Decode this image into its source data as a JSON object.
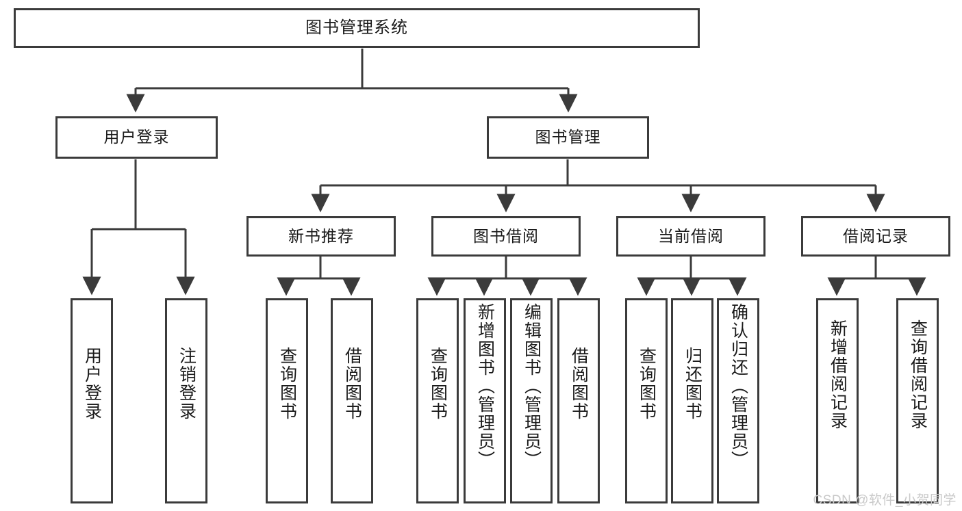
{
  "diagram": {
    "title": "图书管理系统",
    "type": "tree-hierarchy",
    "root": {
      "id": "root",
      "label": "图书管理系统"
    },
    "level2": [
      {
        "id": "user-login",
        "label": "用户登录"
      },
      {
        "id": "book-management",
        "label": "图书管理"
      }
    ],
    "level3": [
      {
        "id": "new-book-recommend",
        "label": "新书推荐",
        "parent": "book-management"
      },
      {
        "id": "book-borrow",
        "label": "图书借阅",
        "parent": "book-management"
      },
      {
        "id": "current-borrow",
        "label": "当前借阅",
        "parent": "book-management"
      },
      {
        "id": "borrow-record",
        "label": "借阅记录",
        "parent": "book-management"
      }
    ],
    "leaves": [
      {
        "id": "leaf-user-login",
        "label": "用户登录",
        "parent": "user-login"
      },
      {
        "id": "leaf-user-logout",
        "label": "注销登录",
        "parent": "user-login"
      },
      {
        "id": "leaf-query-book-rec",
        "label": "查询图书",
        "parent": "new-book-recommend"
      },
      {
        "id": "leaf-borrow-book-rec",
        "label": "借阅图书",
        "parent": "new-book-recommend"
      },
      {
        "id": "leaf-query-book-borrow",
        "label": "查询图书",
        "parent": "book-borrow"
      },
      {
        "id": "leaf-add-book",
        "label": "新增图书（管理员）",
        "parent": "book-borrow"
      },
      {
        "id": "leaf-edit-book",
        "label": "编辑图书（管理员）",
        "parent": "book-borrow"
      },
      {
        "id": "leaf-borrow-book",
        "label": "借阅图书",
        "parent": "book-borrow"
      },
      {
        "id": "leaf-query-book-current",
        "label": "查询图书",
        "parent": "current-borrow"
      },
      {
        "id": "leaf-return-book",
        "label": "归还图书",
        "parent": "current-borrow"
      },
      {
        "id": "leaf-confirm-return",
        "label": "确认归还（管理员）",
        "parent": "current-borrow"
      },
      {
        "id": "leaf-add-record",
        "label": "新增借阅记录",
        "parent": "borrow-record"
      },
      {
        "id": "leaf-query-record",
        "label": "查询借阅记录",
        "parent": "borrow-record"
      }
    ],
    "watermark": "CSDN @软件_小贺同学",
    "colors": {
      "stroke": "#3b3b3b",
      "background": "#ffffff",
      "text": "#1a1a1a",
      "watermark": "#c9c9c9"
    }
  }
}
